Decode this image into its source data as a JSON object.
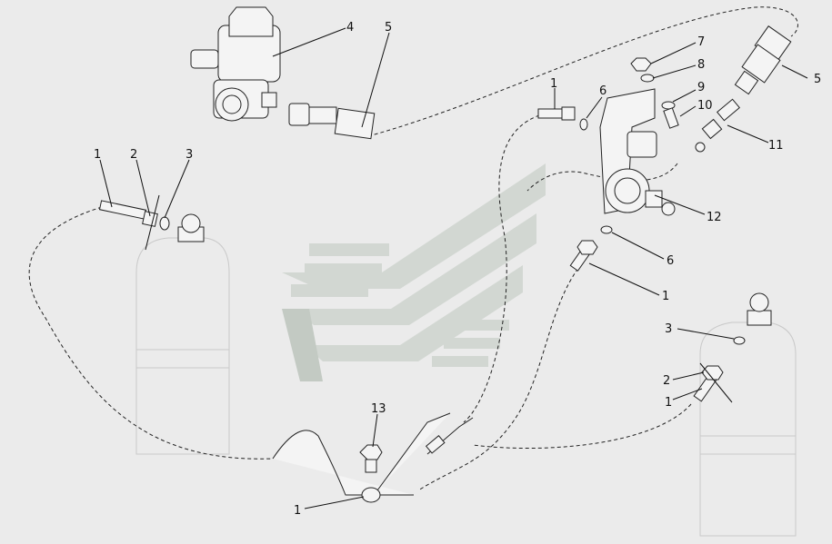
{
  "diagram": {
    "callouts": [
      "1",
      "2",
      "3",
      "4",
      "5",
      "6",
      "7",
      "8",
      "9",
      "10",
      "11",
      "12",
      "13"
    ],
    "labels": [
      {
        "id": "l1a",
        "text": "1"
      },
      {
        "id": "l2a",
        "text": "2"
      },
      {
        "id": "l3a",
        "text": "3"
      },
      {
        "id": "l4",
        "text": "4"
      },
      {
        "id": "l5a",
        "text": "5"
      },
      {
        "id": "l1b",
        "text": "1"
      },
      {
        "id": "l6a",
        "text": "6"
      },
      {
        "id": "l7",
        "text": "7"
      },
      {
        "id": "l8",
        "text": "8"
      },
      {
        "id": "l9",
        "text": "9"
      },
      {
        "id": "l10",
        "text": "10"
      },
      {
        "id": "l5b",
        "text": "5"
      },
      {
        "id": "l11",
        "text": "11"
      },
      {
        "id": "l12",
        "text": "12"
      },
      {
        "id": "l6b",
        "text": "6"
      },
      {
        "id": "l1c",
        "text": "1"
      },
      {
        "id": "l3b",
        "text": "3"
      },
      {
        "id": "l2b",
        "text": "2"
      },
      {
        "id": "l1d",
        "text": "1"
      },
      {
        "id": "l13",
        "text": "13"
      },
      {
        "id": "l1e",
        "text": "1"
      }
    ]
  }
}
